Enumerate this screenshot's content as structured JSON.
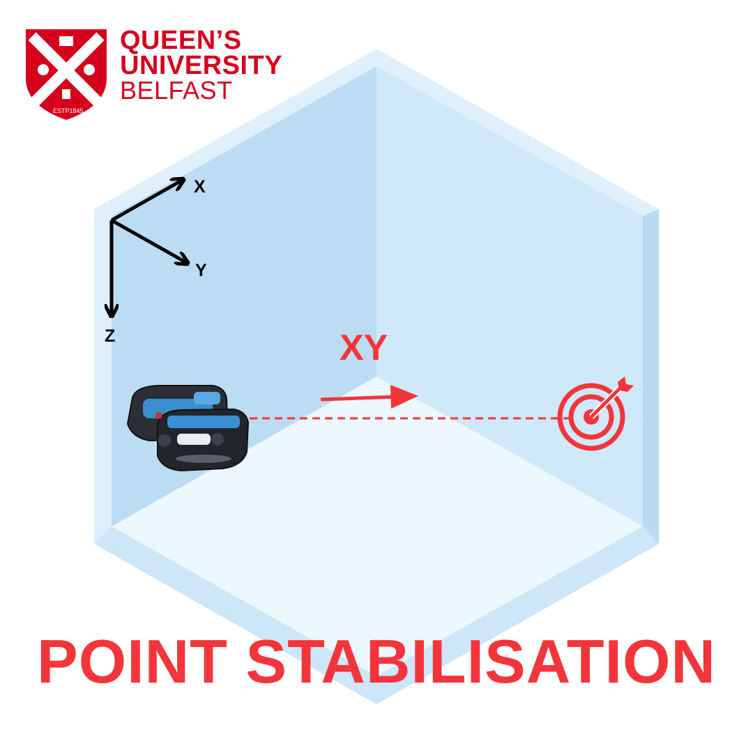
{
  "logo": {
    "line1": "QUEEN’S",
    "line2": "UNIVERSITY",
    "line3": "BELFAST",
    "crest_text": "ESTP1845",
    "brand_color": "#d6001c"
  },
  "axes": {
    "x_label": "X",
    "y_label": "Y",
    "z_label": "Z"
  },
  "motion": {
    "label": "XY",
    "accent_color": "#f2353a"
  },
  "icons": {
    "robot": "underwater-rov-icon",
    "target": "target-icon"
  },
  "title": "POINT STABILISATION",
  "colors": {
    "tank_outer": "#dff0fc",
    "tank_left_wall": "#bcdcf3",
    "tank_right_wall": "#cfe9fb",
    "tank_floor": "#ecf7fe"
  }
}
